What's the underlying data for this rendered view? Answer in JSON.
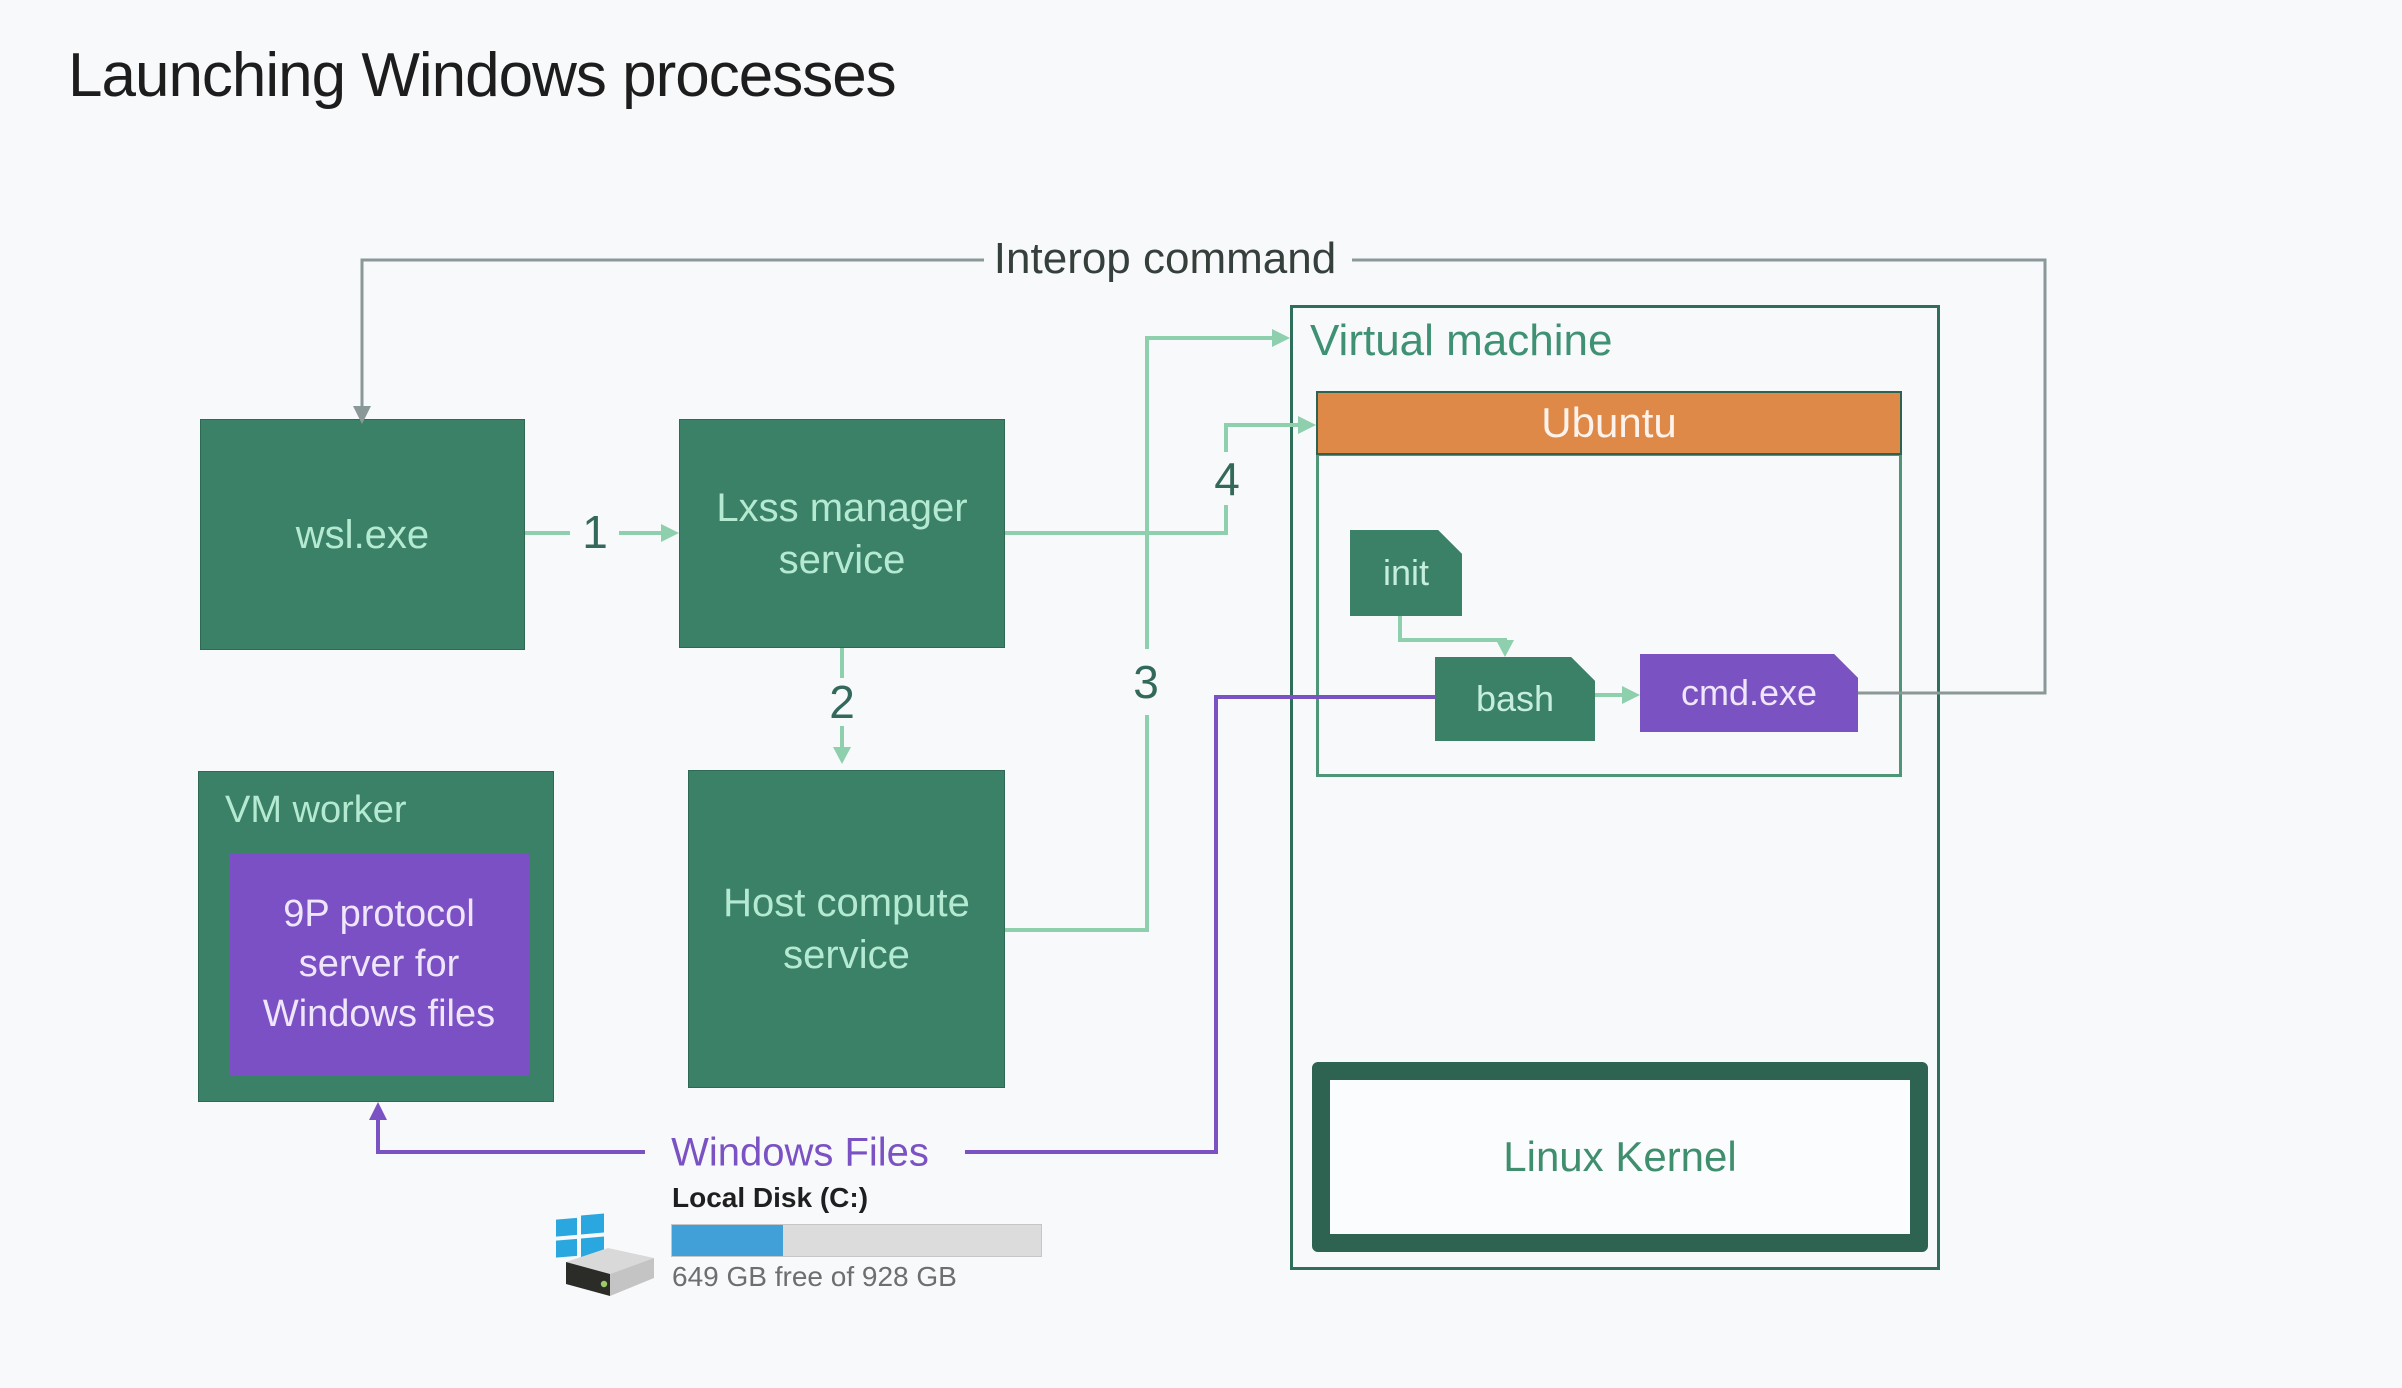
{
  "title": "Launching Windows processes",
  "nodes": {
    "wsl": "wsl.exe",
    "lxss": "Lxss manager service",
    "vm_worker": "VM worker",
    "nine_p": "9P protocol server for Windows files",
    "host_compute": "Host compute service",
    "virtual_machine": "Virtual machine",
    "ubuntu": "Ubuntu",
    "init": "init",
    "bash": "bash",
    "cmd": "cmd.exe",
    "linux_kernel": "Linux Kernel"
  },
  "labels": {
    "interop": "Interop command",
    "windows_files": "Windows Files",
    "step1": "1",
    "step2": "2",
    "step3": "3",
    "step4": "4"
  },
  "disk": {
    "name": "Local Disk (C:)",
    "usage": "649 GB free of 928 GB",
    "used_percent": 30
  },
  "colors": {
    "background": "#f8f9fb",
    "box_green": "#3a8168",
    "box_green_text": "#b4ead1",
    "purple_box": "#7b52c1",
    "purple_line": "#7a52c4",
    "ubuntu_orange": "#de8948",
    "line_light_green": "#8ecfad",
    "line_gray": "#8a9897",
    "vm_border": "#2f6e58",
    "kernel_border": "#2d6350",
    "green_label": "#3f9173",
    "step_number": "#33695b",
    "disk_bar_fill": "#42a0d8"
  }
}
